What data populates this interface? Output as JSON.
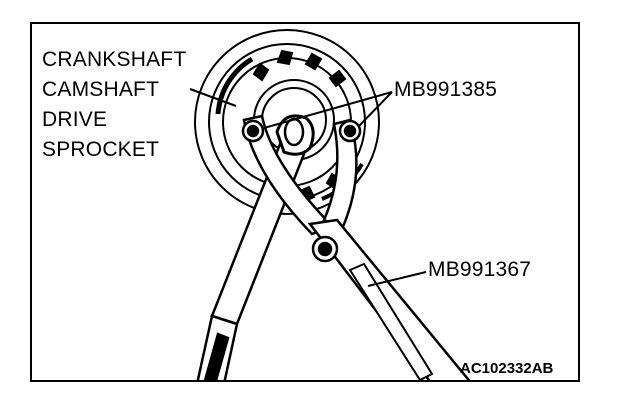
{
  "labels": {
    "sprocket_lines": [
      "CRANKSHAFT",
      "CAMSHAFT",
      "DRIVE",
      "SPROCKET"
    ],
    "tool_holder": "MB991385",
    "tool_wrench": "MB991367"
  },
  "figure_code": "AC102332AB"
}
